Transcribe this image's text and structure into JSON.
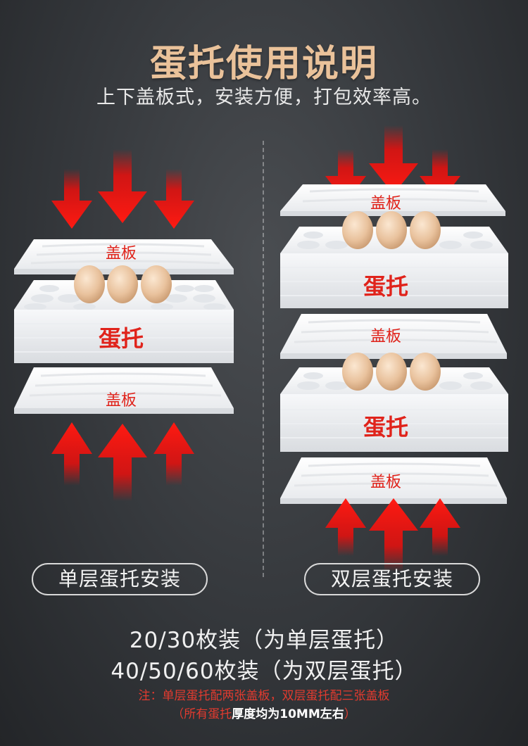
{
  "header": {
    "title": "蛋托使用说明",
    "subtitle": "上下盖板式，安装方便，打包效率高。"
  },
  "left": {
    "pill": "单层蛋托安装",
    "top_lid_label": "盖板",
    "tray_label": "蛋托",
    "bottom_lid_label": "盖板"
  },
  "right": {
    "pill": "双层蛋托安装",
    "lid1_label": "盖板",
    "tray1_label": "蛋托",
    "lid2_label": "盖板",
    "tray2_label": "蛋托",
    "lid3_label": "盖板"
  },
  "captions": {
    "line1": "20/30枚装（为单层蛋托）",
    "line2": "40/50/60枚装（为双层蛋托）",
    "note1": "注：单层蛋托配两张盖板，双层蛋托配三张盖板",
    "note2_prefix": "（所有蛋托",
    "note2_bold": "厚度均为10MM左右",
    "note2_suffix": "）"
  },
  "colors": {
    "title": "#eac29a",
    "arrow": "#e1110f",
    "label_red": "#e0231b",
    "foam": "#f4f5f6"
  }
}
